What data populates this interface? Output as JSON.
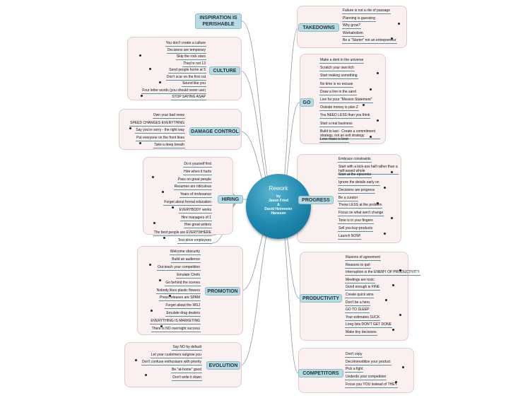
{
  "center": {
    "title": "Rework",
    "subtitle": "by\nJason Fried\n&\nDavid Heinmeier\nHansson"
  },
  "inspiration": "INSPIRATION IS PERISHABLE",
  "culture": {
    "label": "CULTURE",
    "items": [
      "You don't create a culture",
      "Decisions are temporary",
      "Skip the rock stars",
      "They're not 13",
      "Send people home at 5",
      "Don't scar on the first cut",
      "Sound like you",
      "Four letter words (you should never use)",
      "STOP SAYING ASAP"
    ]
  },
  "damage": {
    "label": "DAMAGE CONTROL",
    "items": [
      "Own your bad news",
      "SPEED CHANGES EVERYTHING",
      "Say you're sorry - the right way",
      "Put everyone on the front lines",
      "Take a deep breath"
    ]
  },
  "hiring": {
    "label": "HIRING",
    "items": [
      "Do it yourself first",
      "Hire when it hurts",
      "Pass on great people",
      "Resumes are ridiculous",
      "Years of irrelevance",
      "Forget about formal education",
      "EVERYBODY works",
      "Hire managers of 1",
      "Hire great writers",
      "The best people are EVERYWHERE",
      "Test-drive employees"
    ]
  },
  "promotion": {
    "label": "PROMOTION",
    "items": [
      "Welcome obscurity",
      "Build an audience",
      "Out-teach your competition",
      "Emulate Chefs",
      "Go behind the scenes",
      "Nobody likes plastic flowers",
      "Press releases are SPAM",
      "Forget about the WSJ",
      "Emulate drug dealers",
      "EVERYTHING IS MARKETING",
      "There is NO overnight success"
    ]
  },
  "evolution": {
    "label": "EVOLUTION",
    "items": [
      "Say NO by default",
      "Let your customers outgrow you",
      "Don't confuse enthusiasm with priority",
      "Be \"at-home\" good",
      "Don't write it down"
    ]
  },
  "takedowns": {
    "label": "TAKEDOWNS",
    "items": [
      "Failure is not a rite of passage",
      "Planning is guessing",
      "Why grow?",
      "Workaholism",
      "Be a \"Starter\" not an entrepreneur"
    ]
  },
  "go": {
    "label": "GO",
    "items": [
      "Make a dent in the universe",
      "Scratch your own itch",
      "Start making something",
      "No time is no excuse",
      "Draw a line in the sand",
      "Live for your \"Mission Statement\"",
      "Outside money is plan Z",
      "You NEED LESS than you think",
      "Start a real business",
      "Build to last - Create a commitment strategy, not an exit strategy",
      "Less mass is best"
    ]
  },
  "progress": {
    "label": "PROGRESS",
    "items": [
      "Embrace constraints",
      "Start with a kick-ass half rather than a half-assed whole",
      "Start at the epicenter",
      "Ignore the details early on",
      "Decisions are progress",
      "Be a curator",
      "Throw LESS at the problem",
      "Focus on what won't change",
      "Tone is in your fingers",
      "Sell you buy-products",
      "Launch NOW!"
    ]
  },
  "productivity": {
    "label": "PRODUCTIVITY",
    "items": [
      "Illusions of agreement",
      "Reasons to quit",
      "Interruption is the ENEMY OF PRODUCTIVITY",
      "Meetings are toxic",
      "Good enough is FINE",
      "Create quick wins",
      "Don't be a hero",
      "GO TO SLEEP",
      "Your estimates SUCK",
      "Long lists DON'T GET DONE",
      "Make tiny decisions"
    ]
  },
  "competitors": {
    "label": "COMPETITORS",
    "items": [
      "Don't copy",
      "Decommoditize your product",
      "Pick a fight",
      "Underdo your competition",
      "Focus you YOU instead of THEY"
    ]
  },
  "colors": {
    "branch": "#8a9aa3",
    "topic_fill": "#b9dbe3",
    "group_fill": "#fbf0f0",
    "center": "#1e87ad"
  }
}
